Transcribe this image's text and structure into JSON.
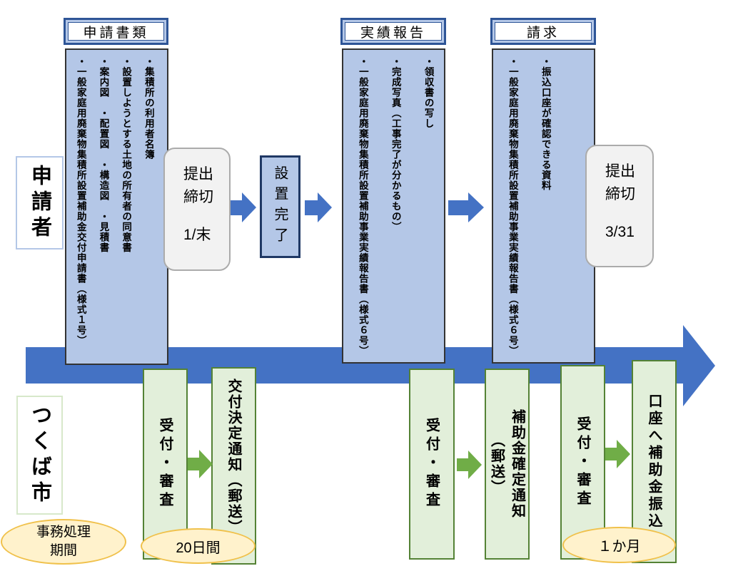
{
  "colors": {
    "column_fill": "#b4c7e7",
    "dark_blue": "#2e5597",
    "arrow_blue": "#4472c4",
    "step_fill": "#e2efda",
    "step_border": "#548235",
    "arrow_green": "#70ad47",
    "badge_fill": "#fff2cc",
    "badge_border": "#f0c14b",
    "deadline_fill": "#f2f2f2"
  },
  "lanes": {
    "applicant": "申請者",
    "city": "つくば市"
  },
  "stages": [
    {
      "header": "申請書類",
      "items": [
        "・集積所の利用者名簿",
        "・設置しようとする土地の所有者の同意書",
        "・案内図　・配置図　・構造図　・見積書",
        "・一般家庭用廃棄物集積所設置補助金交付申請書（様式１号）"
      ]
    },
    {
      "header": "実績報告",
      "items": [
        "・領収書の写し",
        "・完成写真（工事完了が分かるもの）",
        "・一般家庭用廃棄物集積所設置補助事業実績報告書（様式６号）"
      ]
    },
    {
      "header": "請求",
      "items": [
        "・振込口座が確認できる資料",
        "・一般家庭用廃棄物集積所設置補助事業実績報告書（様式６号）"
      ]
    }
  ],
  "milestones": {
    "deadline_jan": {
      "title": "提出締切",
      "date": "1/末"
    },
    "installation_complete": "設置完了",
    "deadline_mar": {
      "title": "提出締切",
      "date": "3/31"
    }
  },
  "city_steps": {
    "receipt_review_1": "受付・審査",
    "grant_decision_notice": "交付決定通知（郵送）",
    "receipt_review_2": "受付・審査",
    "subsidy_confirmation_notice_main": "補助金確定通知",
    "subsidy_confirmation_notice_sub": "（郵送）",
    "receipt_review_3": "受付・審査",
    "bank_transfer": "口座へ補助金振込"
  },
  "badges": {
    "processing_period": "事務処理期間",
    "duration_20days": "20日間",
    "duration_1month": "１か月"
  }
}
